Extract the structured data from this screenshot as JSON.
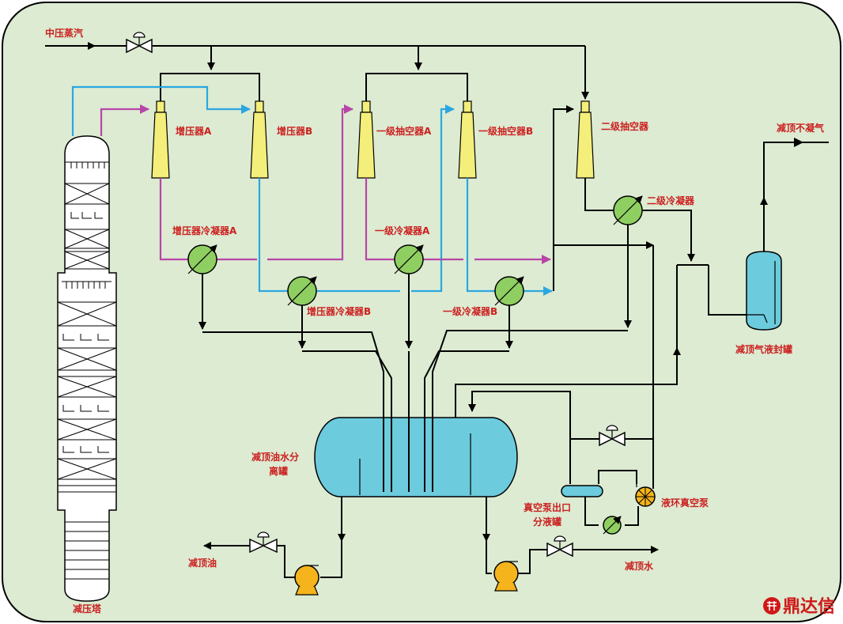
{
  "labels": {
    "steam": "中压蒸汽",
    "booster_a": "增压器A",
    "booster_b": "增压器B",
    "ejector1_a": "一级抽空器A",
    "ejector1_b": "一级抽空器B",
    "ejector2": "二级抽空器",
    "cond2": "二级冷凝器",
    "offgas": "减顶不凝气",
    "booster_cond_a": "增压器冷凝器A",
    "cond1_a": "一级冷凝器A",
    "booster_cond_b": "增压器冷凝器B",
    "cond1_b": "一级冷凝器B",
    "seal_tank": "减顶气液封罐",
    "separator_line1": "减顶油水分",
    "separator_line2": "离罐",
    "pump_sep_line1": "真空泵出口",
    "pump_sep_line2": "分液罐",
    "ring_pump": "液环真空泵",
    "top_oil": "减顶油",
    "top_water": "减顶水",
    "tower": "减压塔",
    "watermark": "鼎达信"
  },
  "colors": {
    "background": "#dcebd2",
    "ejector": "#f4ee7a",
    "vessel": "#6ccbdd",
    "condenser": "#8fcf62",
    "pump": "#f5b41c",
    "steam_line_magenta": "#b845a8",
    "vapor_line_blue": "#2aa7e0",
    "label_red": "#cc1f1f"
  }
}
